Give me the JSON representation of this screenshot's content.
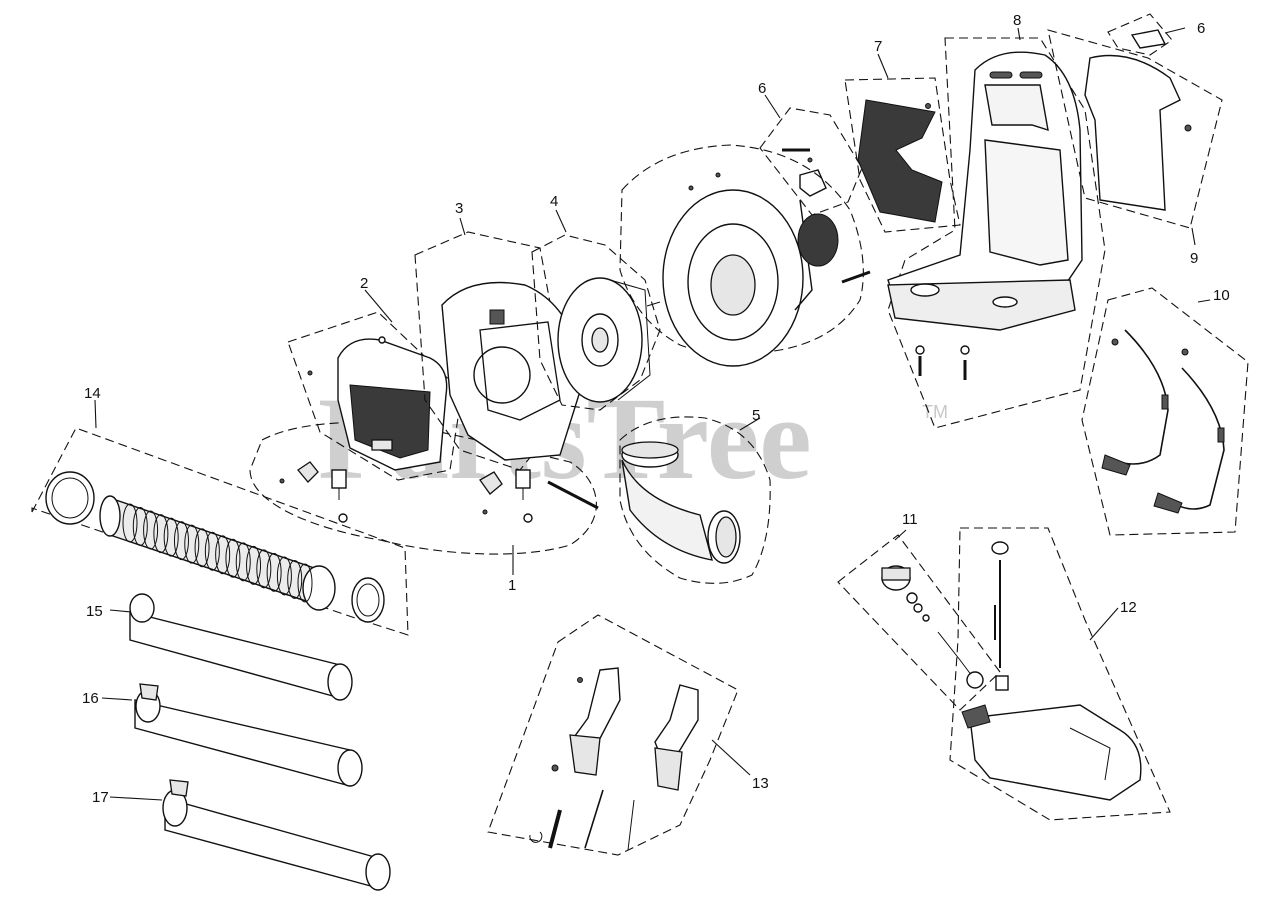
{
  "watermark": {
    "text": "PartsTree",
    "trademark": "TM"
  },
  "callouts": [
    {
      "id": "c1",
      "label": "1"
    },
    {
      "id": "c2",
      "label": "2"
    },
    {
      "id": "c3",
      "label": "3"
    },
    {
      "id": "c4",
      "label": "4"
    },
    {
      "id": "c5",
      "label": "5"
    },
    {
      "id": "c6a",
      "label": "6"
    },
    {
      "id": "c6b",
      "label": "6"
    },
    {
      "id": "c7",
      "label": "7"
    },
    {
      "id": "c8",
      "label": "8"
    },
    {
      "id": "c9",
      "label": "9"
    },
    {
      "id": "c10",
      "label": "10"
    },
    {
      "id": "c11",
      "label": "11"
    },
    {
      "id": "c12",
      "label": "12"
    },
    {
      "id": "c13",
      "label": "13"
    },
    {
      "id": "c14",
      "label": "14"
    },
    {
      "id": "c15",
      "label": "15"
    },
    {
      "id": "c16",
      "label": "16"
    },
    {
      "id": "c17",
      "label": "17"
    }
  ]
}
